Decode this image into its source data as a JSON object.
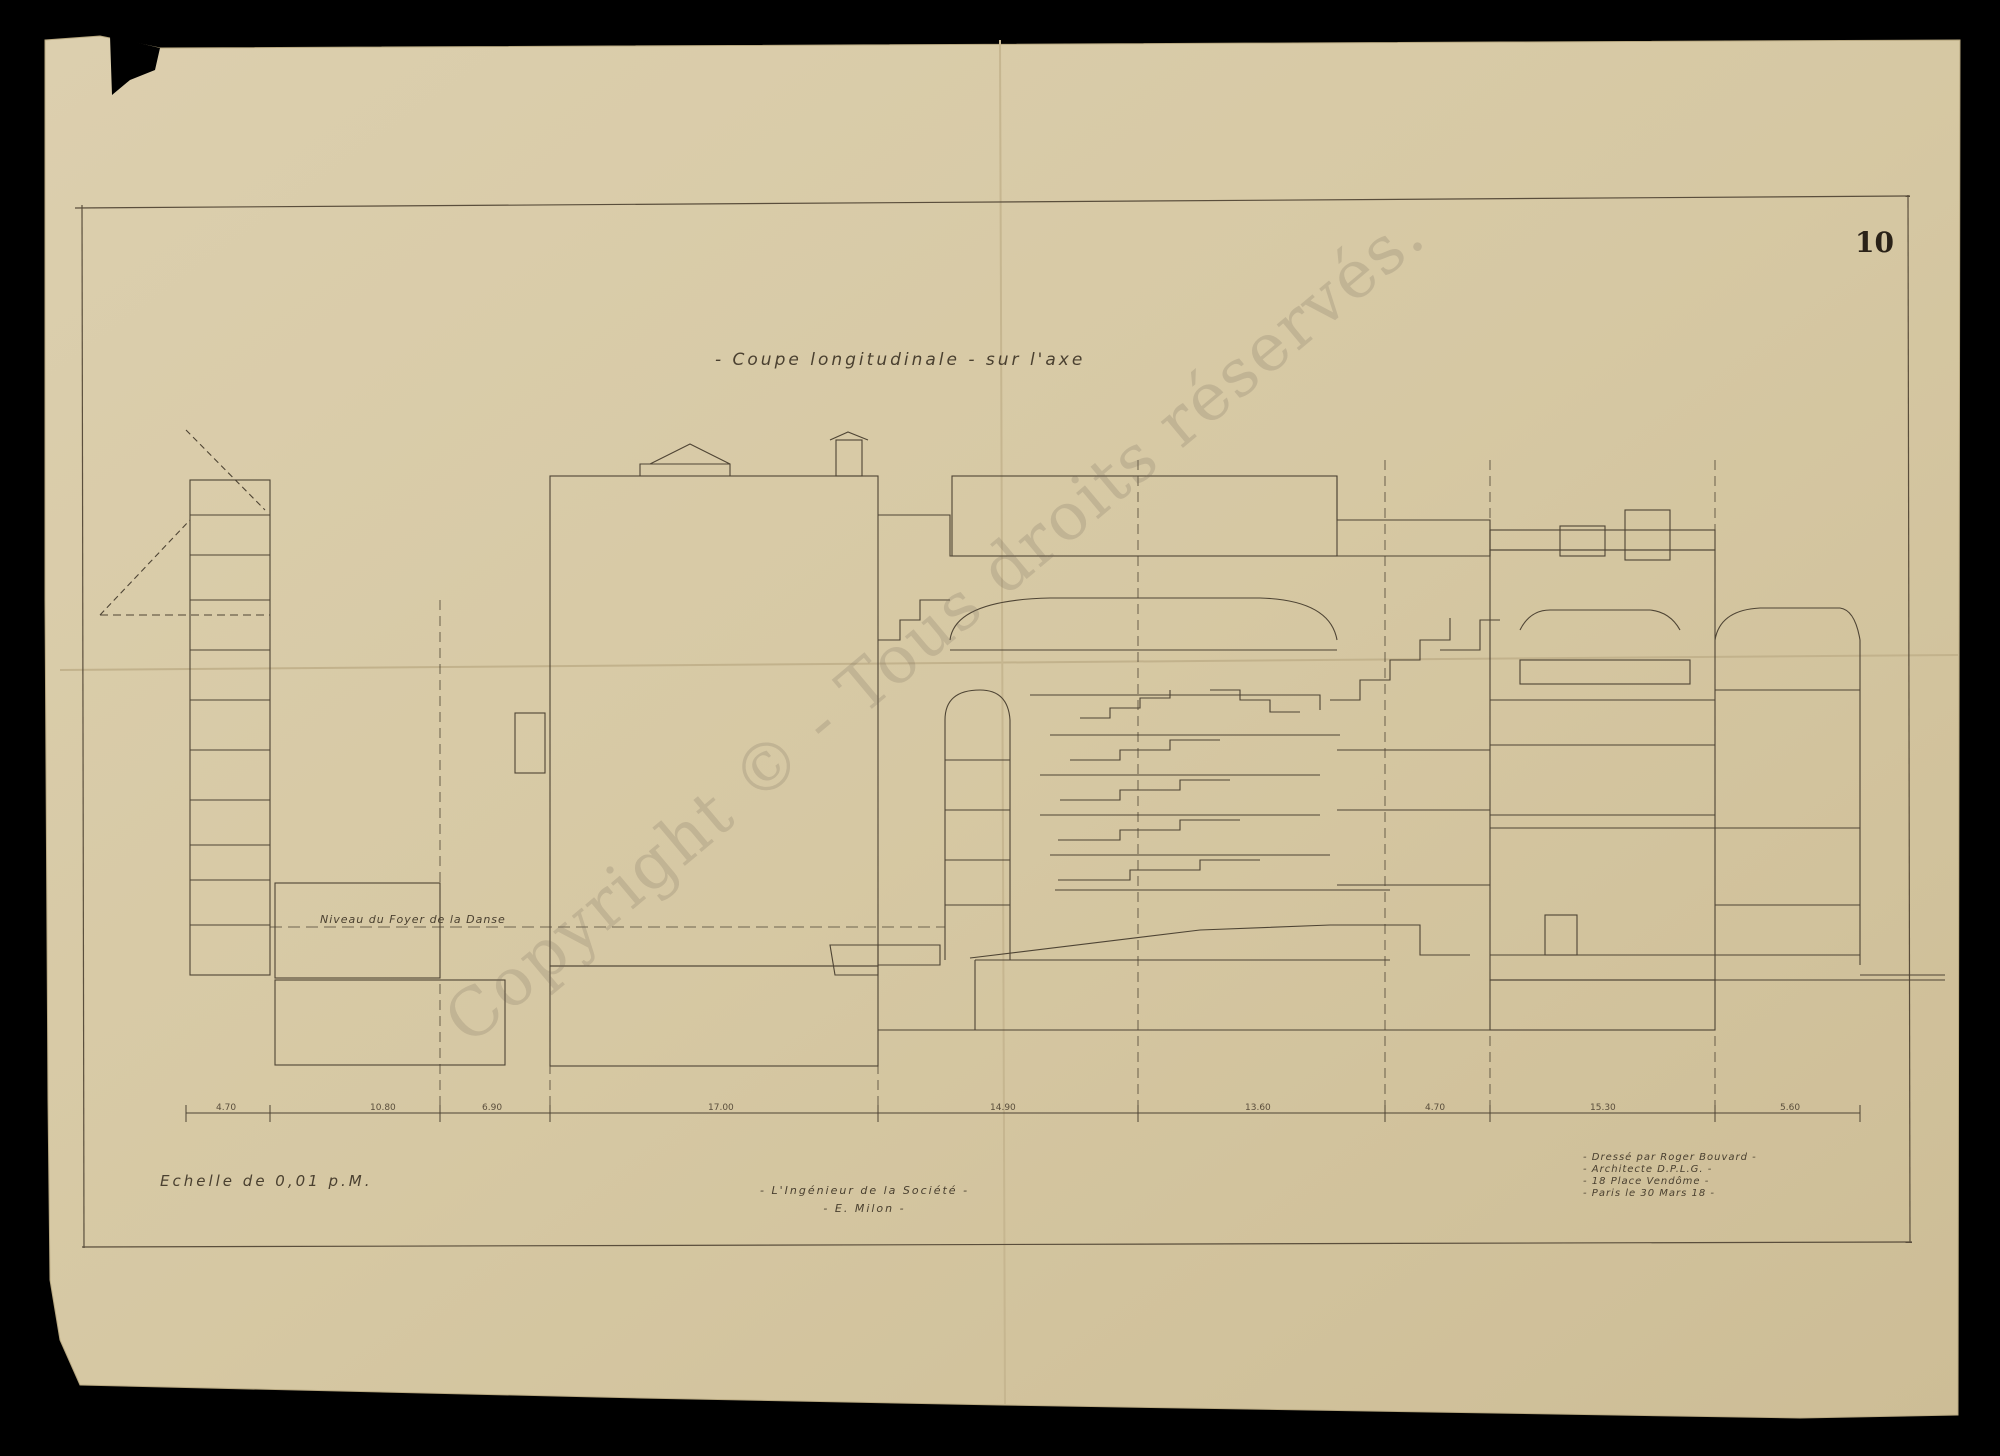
{
  "drawing": {
    "sheet_number": "10",
    "title": "- Coupe longitudinale - sur l'axe",
    "scale": "Echelle de 0,01 p.M.",
    "level_label": "Niveau du Foyer de la Danse",
    "engineer_title": "- L'Ingénieur de la Société -",
    "engineer_name": "- E. Milon -",
    "architect_lines": [
      "- Dressé par Roger Bouvard -",
      "- Architecte D.P.L.G. -",
      "- 18 Place Vendôme -",
      "- Paris le 30 Mars 18 -"
    ],
    "watermark": "Copyright © - Tous droits réservés."
  },
  "bottom_dimensions": [
    "4.70",
    "10.80",
    "6.90",
    "17.00",
    "14.90",
    "13.60",
    "4.70",
    "15.30",
    "5.60"
  ],
  "colors": {
    "paper": "#d7c9a6",
    "ink": "#4a4030",
    "background": "#000000"
  }
}
